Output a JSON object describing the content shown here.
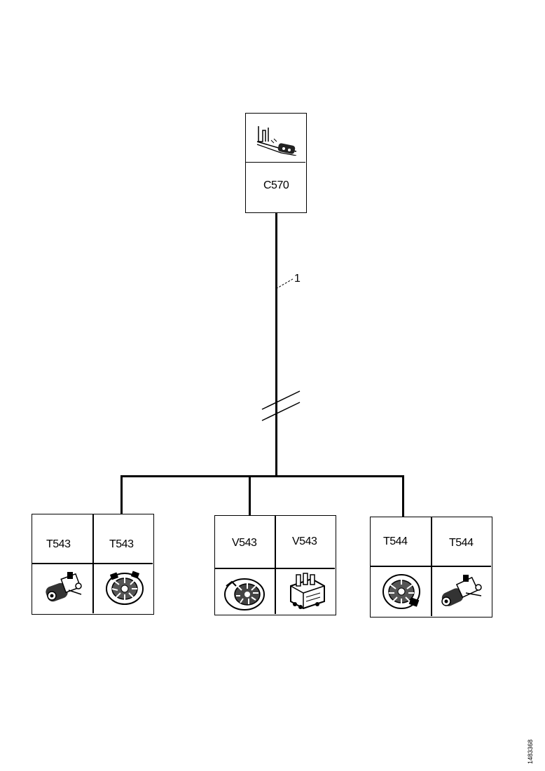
{
  "top_connector": {
    "label": "C570",
    "icon": "terminal-pin-icon"
  },
  "wire": {
    "callout": "1"
  },
  "groups": [
    {
      "left_label": "T543",
      "right_label": "T543",
      "left_icon": "connector-plug-icon",
      "right_icon": "connector-housing-icon"
    },
    {
      "left_label": "V543",
      "right_label": "V543",
      "left_icon": "connector-housing-icon",
      "right_icon": "connector-socket-icon"
    },
    {
      "left_label": "T544",
      "right_label": "T544",
      "left_icon": "connector-housing-icon",
      "right_icon": "connector-plug-icon"
    }
  ],
  "document_id": "1483368"
}
